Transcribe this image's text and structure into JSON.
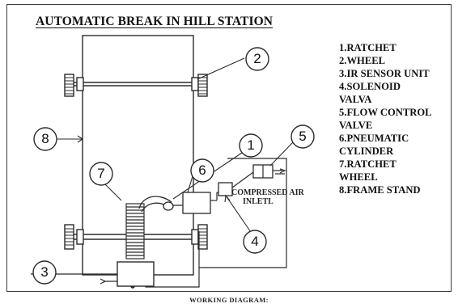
{
  "title": "AUTOMATIC BREAK IN HILL STATION",
  "caption": "WORKING DIAGRAM:",
  "annotation": {
    "line1": "COMPRESSED AIR",
    "line2": "INLETL"
  },
  "legend": [
    "1.RATCHET",
    "2.WHEEL",
    "3.IR SENSOR UNIT",
    "4.SOLENOID",
    "VALVA",
    "5.FLOW CONTROL",
    "VALVE",
    "6.PNEUMATIC",
    "CYLINDER",
    "7.RATCHET",
    "WHEEL",
    "8.FRAME STAND"
  ],
  "callouts": [
    "1",
    "2",
    "3",
    "4",
    "5",
    "6",
    "7",
    "8"
  ],
  "colors": {
    "line": "#2b2b2b",
    "background": "#ffffff"
  }
}
